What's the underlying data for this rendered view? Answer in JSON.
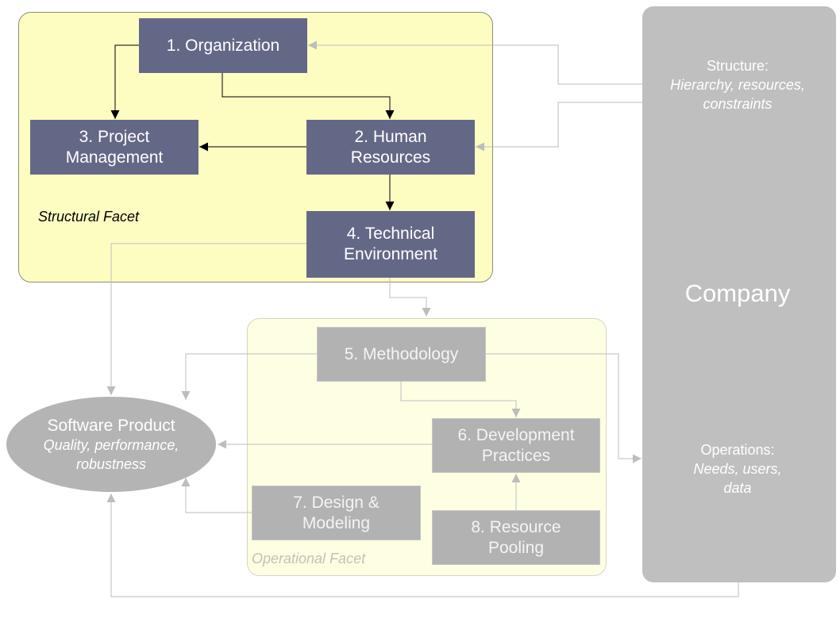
{
  "facets": {
    "structural_label": "Structural Facet",
    "operational_label": "Operational Facet"
  },
  "nodes": {
    "organization": "1. Organization",
    "human_resources": "2. Human\nResources",
    "project_management": "3. Project\nManagement",
    "technical_environment": "4. Technical\nEnvironment",
    "methodology": "5. Methodology",
    "development_practices": "6. Development\nPractices",
    "design_modeling": "7. Design &\nModeling",
    "resource_pooling": "8. Resource\nPooling"
  },
  "software_product": {
    "title": "Software Product",
    "subtitle": "Quality, performance,\nrobustness"
  },
  "company": {
    "title": "Company",
    "structure_label": "Structure:",
    "structure_detail": "Hierarchy, resources,\nconstraints",
    "operations_label": "Operations:",
    "operations_detail": "Needs, users,\ndata"
  },
  "colors": {
    "structural_fill": "#fdfdc2",
    "operational_fill": "#fefee3",
    "dark_box": "#646887",
    "light_box": "#b2b2b2",
    "company_fill": "#bfbfbf"
  }
}
